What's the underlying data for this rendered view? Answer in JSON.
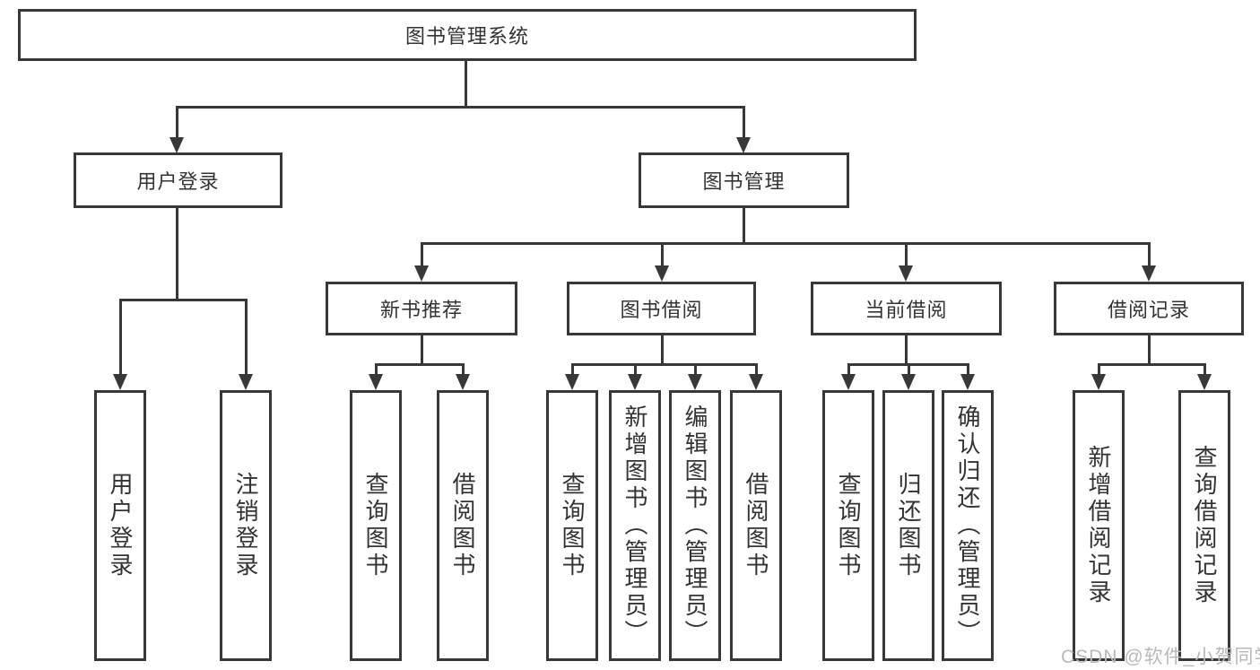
{
  "root_label": "图书管理系统",
  "groups": {
    "login": {
      "label": "用户登录",
      "leaves": [
        "用户登录",
        "注销登录"
      ]
    },
    "mgmt": {
      "label": "图书管理"
    },
    "rec": {
      "label": "新书推荐",
      "leaves": [
        "查询图书",
        "借阅图书"
      ]
    },
    "borrow": {
      "label": "图书借阅",
      "leaves": [
        "查询图书",
        "新增图书（管理员）",
        "编辑图书（管理员）",
        "借阅图书"
      ]
    },
    "current": {
      "label": "当前借阅",
      "leaves": [
        "查询图书",
        "归还图书",
        "确认归还（管理员）"
      ]
    },
    "records": {
      "label": "借阅记录",
      "leaves": [
        "新增借阅记录",
        "查询借阅记录"
      ]
    }
  },
  "watermark": "CSDN @软件_小贺同学",
  "colors": {
    "line": "#383838",
    "box_background": "#ffffff",
    "text": "#333333",
    "watermark": "#b9b9b9"
  }
}
